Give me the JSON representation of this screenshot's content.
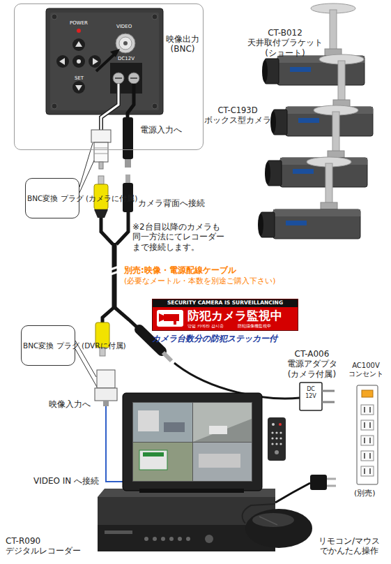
{
  "diagram": {
    "nodes": [
      {
        "text": [
          "POWER",
          "SET",
          "VIDEO",
          "DC12V",
          "映像出力 (BNC)",
          "電源入力へ"
        ]
      },
      {
        "text": [
          "BNC変換 プラグ (カメラに付属)"
        ]
      },
      {
        "text": [
          "SECURITY CAMERA IS SURVEILLANCING",
          "防犯カメラ監視中",
          "방범 카메라 감시중",
          "防犯攝像機監視中"
        ]
      },
      {
        "text": [
          "BNC変換 プラグ (DVRに付属)"
        ]
      }
    ],
    "labels": [
      "CT-B012 天井取付ブラケット (ショート)",
      "CT-C193D ボックス型カメラ",
      "カメラ背面へ接続",
      "※2台目以降のカメラも 同一方法にてレコーダー まで接続します。",
      "別売:映像・電源配線ケーブル",
      "(必要なメートル・本数を別途ご購入下さい)",
      "カメラ台数分の防犯ステッカー付",
      "映像入力へ",
      "CT-A006 電源アダプタ (カメラ付属)",
      "DC 12V",
      "AC100V コンセント",
      "VIDEO IN へ接続",
      "(別売)",
      "CT-R090 デジタルレコーダー",
      "リモコン/マウス でかんたん操作"
    ]
  }
}
